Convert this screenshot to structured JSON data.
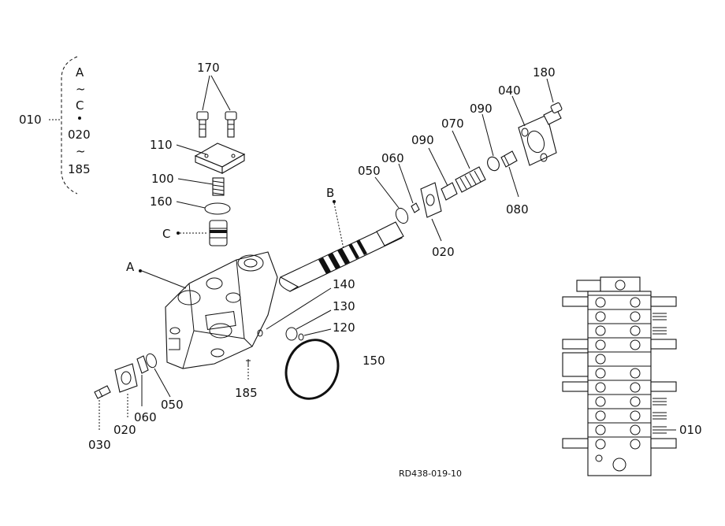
{
  "diagram": {
    "bracket": {
      "label": "010",
      "range_top": "A",
      "tilde": "~",
      "range_mid": "C",
      "range_from": "020",
      "range_to": "185"
    },
    "callouts": {
      "p170": "170",
      "p110": "110",
      "p100": "100",
      "p160": "160",
      "pC": "C",
      "pA": "A",
      "pB": "B",
      "p050a": "050",
      "p060a": "060",
      "p090a": "090",
      "p070": "070",
      "p090b": "090",
      "p040": "040",
      "p180": "180",
      "p080": "080",
      "p020a": "020",
      "p140": "140",
      "p130": "130",
      "p120": "120",
      "p150": "150",
      "p185": "185",
      "p050b": "050",
      "p060b": "060",
      "p020b": "020",
      "p030": "030",
      "p010": "010"
    },
    "reference_code": "RD438-019-10"
  }
}
